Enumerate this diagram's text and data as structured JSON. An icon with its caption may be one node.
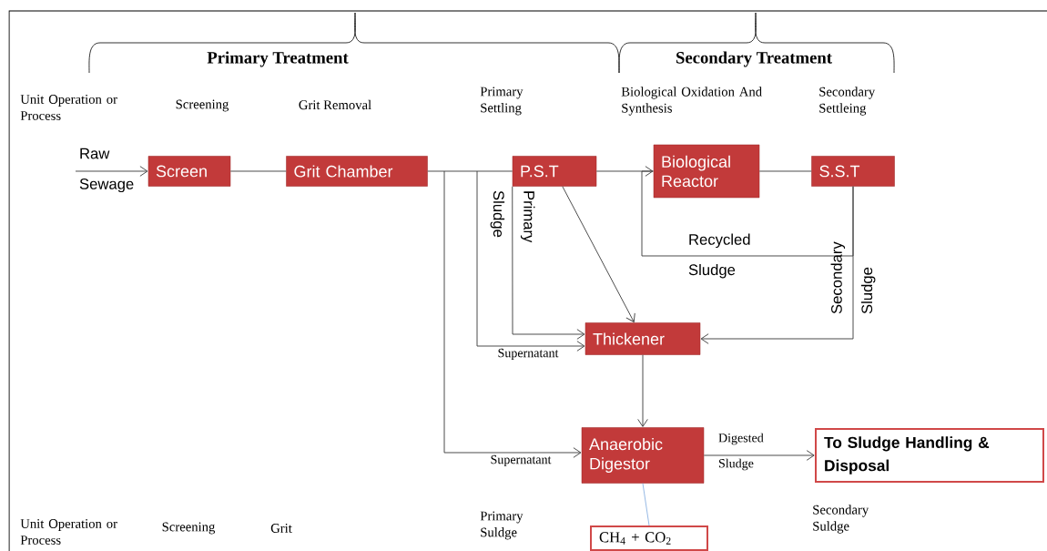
{
  "diagram": {
    "nodes": [
      {
        "text": [
          "Screen"
        ]
      },
      {
        "text": [
          "Grit Chamber"
        ]
      },
      {
        "text": [
          "P.S.T"
        ]
      },
      {
        "text": [
          "Biological Reactor"
        ]
      },
      {
        "text": [
          "S.S.T"
        ]
      },
      {
        "text": [
          "Thickener"
        ]
      },
      {
        "text": [
          "Anaerobic Digestor"
        ]
      },
      {
        "text": [
          "To Sludge Handling & Disposal"
        ]
      },
      {
        "text": [
          "CH$_{4}$ + CO$_{2}$"
        ]
      }
    ],
    "edges": [
      {
        "from": null,
        "to": 0,
        "arrow": "to",
        "label": "Raw Sewage"
      },
      {
        "from": 0,
        "to": 1,
        "arrow": "none"
      },
      {
        "from": 1,
        "to": 2,
        "arrow": "none"
      },
      {
        "from": 2,
        "to": 3,
        "arrow": "none"
      },
      {
        "from": 3,
        "to": 4,
        "arrow": "none"
      },
      {
        "from": 4,
        "to": 3,
        "arrow": "to",
        "label": "Recycled Sludge"
      },
      {
        "from": 4,
        "to": 5,
        "arrow": "to",
        "label": "Secondary Sludge"
      },
      {
        "from": 2,
        "to": 5,
        "arrow": "to"
      },
      {
        "from": 2,
        "to": 5,
        "arrow": "to",
        "label": "Primary Sludge"
      },
      {
        "from": null,
        "to": 5,
        "arrow": "to",
        "label": "Supernatant"
      },
      {
        "from": null,
        "to": 6,
        "arrow": "to",
        "label": "Supernatant"
      },
      {
        "from": 5,
        "to": 6,
        "arrow": "to"
      },
      {
        "from": 6,
        "to": 7,
        "arrow": "to",
        "label": "Digested Sludge"
      },
      {
        "from": 6,
        "to": 8,
        "arrow": "none",
        "color": "#8eb4e3"
      }
    ],
    "labels": [
      "Primary Treatment",
      "Secondary Treatment",
      "Unit Operation or Process",
      "Screening",
      "Grit Removal",
      "Primary Settling",
      "Biological Oxidation And Synthesis",
      "Secondary Settleing",
      "Unit Operation or Process",
      "Screening",
      "Grit",
      "Primary Suldge",
      "Secondary Suldge"
    ]
  }
}
